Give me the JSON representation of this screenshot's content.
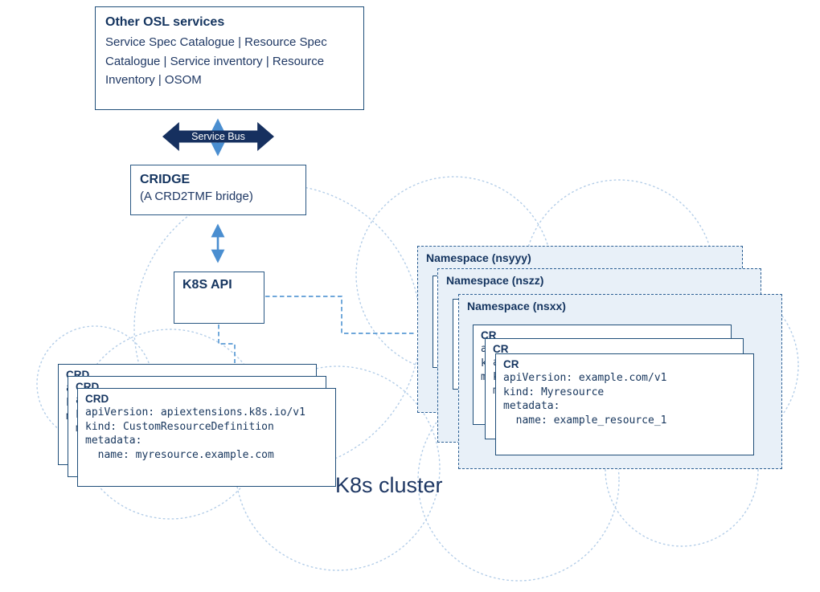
{
  "osl_box": {
    "title": "Other OSL services",
    "body": "Service Spec Catalogue | Resource Spec Catalogue | Service inventory | Resource Inventory | OSOM"
  },
  "service_bus": {
    "label": "Service Bus"
  },
  "cridge": {
    "title": "CRIDGE",
    "subtitle": "(A CRD2TMF bridge)"
  },
  "k8s_api": {
    "label": "K8S API"
  },
  "cluster_label": "K8s cluster",
  "namespaces": {
    "back": "Namespace (nsyyy)",
    "middle": "Namespace (nszz)",
    "front": "Namespace (nsxx)"
  },
  "crd_card": {
    "title": "CRD",
    "lines": [
      "apiVersion: apiextensions.k8s.io/v1",
      "kind: CustomResourceDefinition",
      "metadata:",
      "  name: myresource.example.com"
    ]
  },
  "cr_card": {
    "title": "CR",
    "lines": [
      "apiVersion: example.com/v1",
      "kind: Myresource",
      "metadata:",
      "  name: example_resource_1"
    ]
  },
  "colors": {
    "box_border_navy": "#1f4e79",
    "heading_navy": "#14345f",
    "body_navy": "#1f3864",
    "mono_navy": "#17365d",
    "namespace_fill": "#e8f0f8",
    "namespace_dash": "#2d6094",
    "connector_dash_blue": "#5b9bd5",
    "arrow_blue": "#4a8ed0",
    "service_bus_fill": "#16305f",
    "cloud_dots": "#b3cde8"
  }
}
